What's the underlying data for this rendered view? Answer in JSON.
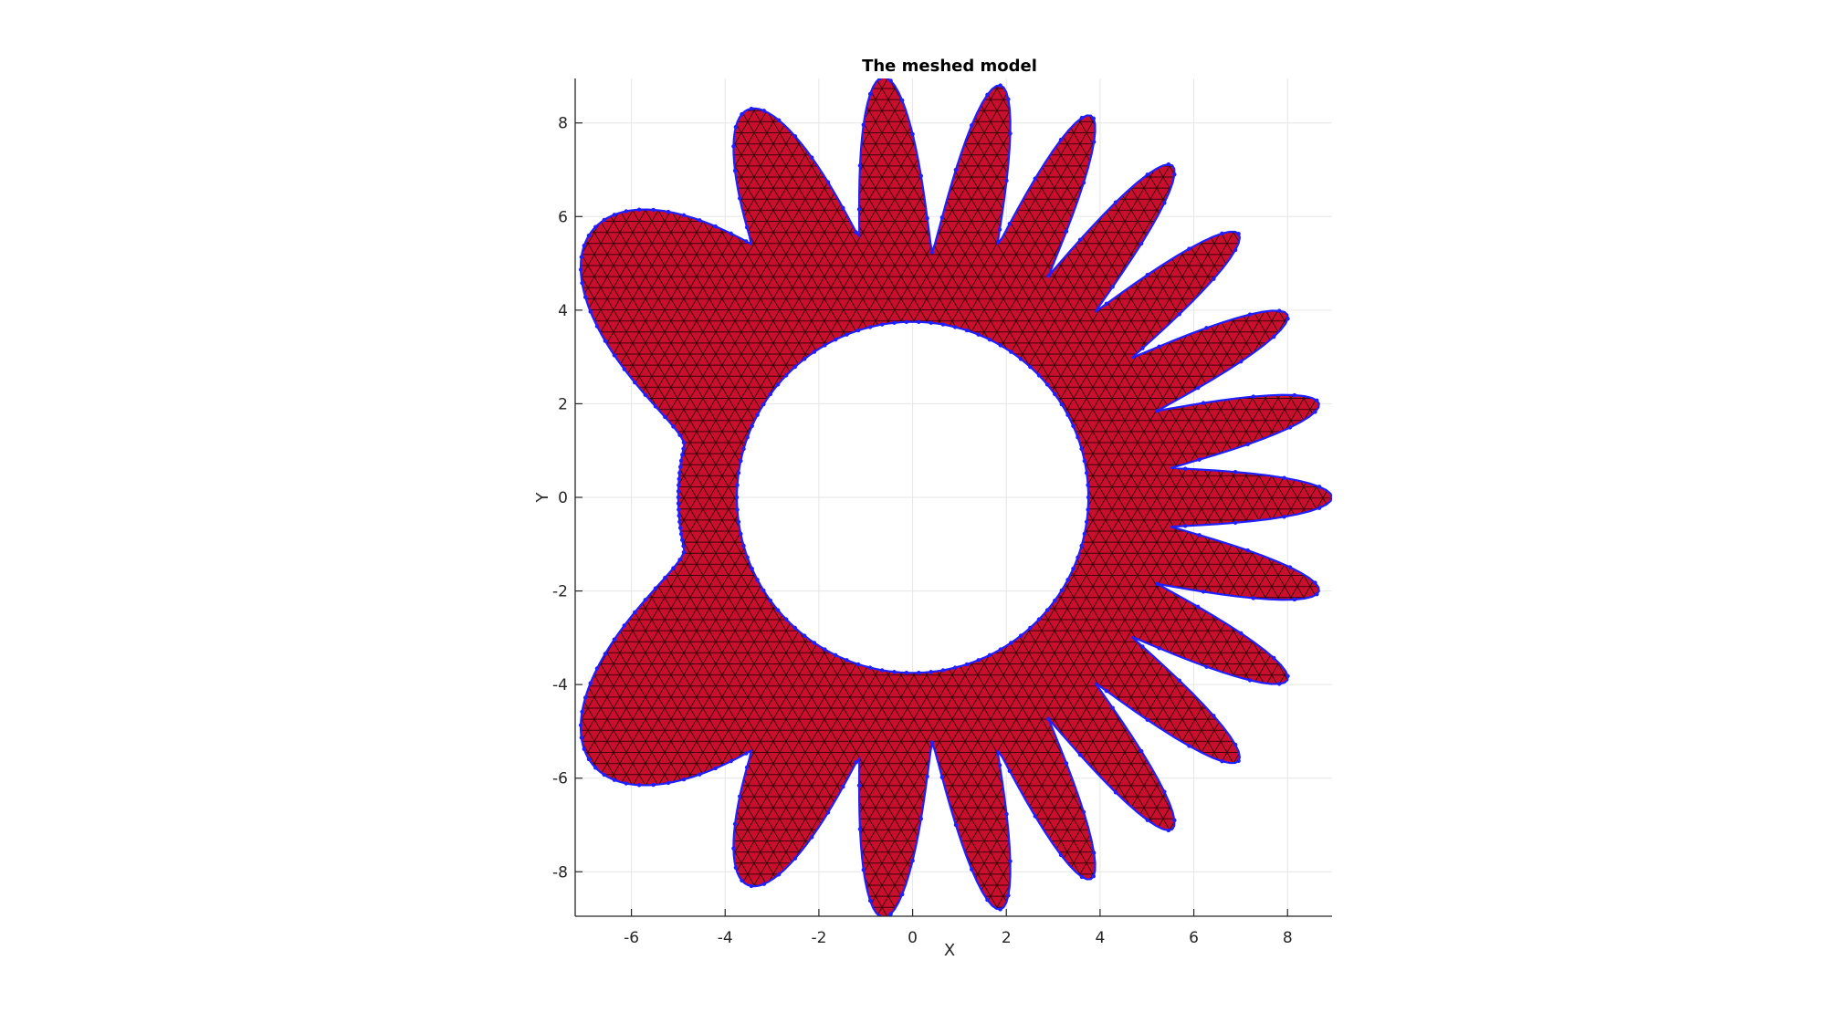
{
  "chart_data": {
    "type": "mesh",
    "title": "The meshed model",
    "xlabel": "X",
    "ylabel": "Y",
    "xlim": [
      -7.2,
      8.95
    ],
    "ylim": [
      -8.95,
      8.95
    ],
    "xticks": [
      -6,
      -4,
      -2,
      0,
      2,
      4,
      6,
      8
    ],
    "yticks": [
      -8,
      -6,
      -4,
      -2,
      0,
      2,
      4,
      6,
      8
    ],
    "grid": true,
    "aspect": "equal",
    "shape": {
      "hole_center": [
        0,
        0
      ],
      "hole_radius": 3.75,
      "base_radius": 5.0,
      "petals": [
        {
          "angle_deg": 0,
          "tip_radius": 8.95,
          "half_width_deg": 5
        },
        {
          "angle_deg": 13,
          "tip_radius": 8.9,
          "half_width_deg": 5
        },
        {
          "angle_deg": 26,
          "tip_radius": 8.9,
          "half_width_deg": 5
        },
        {
          "angle_deg": 39,
          "tip_radius": 8.95,
          "half_width_deg": 5
        },
        {
          "angle_deg": 52,
          "tip_radius": 9.0,
          "half_width_deg": 5
        },
        {
          "angle_deg": 65,
          "tip_radius": 9.0,
          "half_width_deg": 5
        },
        {
          "angle_deg": 78,
          "tip_radius": 9.0,
          "half_width_deg": 5.2
        },
        {
          "angle_deg": 94,
          "tip_radius": 9.0,
          "half_width_deg": 6
        },
        {
          "angle_deg": 113,
          "tip_radius": 9.0,
          "half_width_deg": 9
        },
        {
          "angle_deg": 140,
          "tip_radius": 8.9,
          "half_width_deg": 17
        },
        {
          "angle_deg": 167,
          "tip_radius": 5.0,
          "half_width_deg": 0
        },
        {
          "angle_deg": 193,
          "tip_radius": 5.0,
          "half_width_deg": 0
        },
        {
          "angle_deg": 220,
          "tip_radius": 8.9,
          "half_width_deg": 17
        },
        {
          "angle_deg": 247,
          "tip_radius": 9.0,
          "half_width_deg": 9
        },
        {
          "angle_deg": 266,
          "tip_radius": 9.0,
          "half_width_deg": 6
        },
        {
          "angle_deg": 282,
          "tip_radius": 9.0,
          "half_width_deg": 5.2
        },
        {
          "angle_deg": 295,
          "tip_radius": 9.0,
          "half_width_deg": 5
        },
        {
          "angle_deg": 308,
          "tip_radius": 9.0,
          "half_width_deg": 5
        },
        {
          "angle_deg": 321,
          "tip_radius": 8.95,
          "half_width_deg": 5
        },
        {
          "angle_deg": 334,
          "tip_radius": 8.9,
          "half_width_deg": 5
        },
        {
          "angle_deg": 347,
          "tip_radius": 8.9,
          "half_width_deg": 5
        }
      ]
    },
    "colors": {
      "face": "#c8102e",
      "mesh_edges": "#3a0008",
      "boundary": "#1f1fff",
      "grid": "#e6e6e6",
      "axis": "#262626"
    }
  }
}
